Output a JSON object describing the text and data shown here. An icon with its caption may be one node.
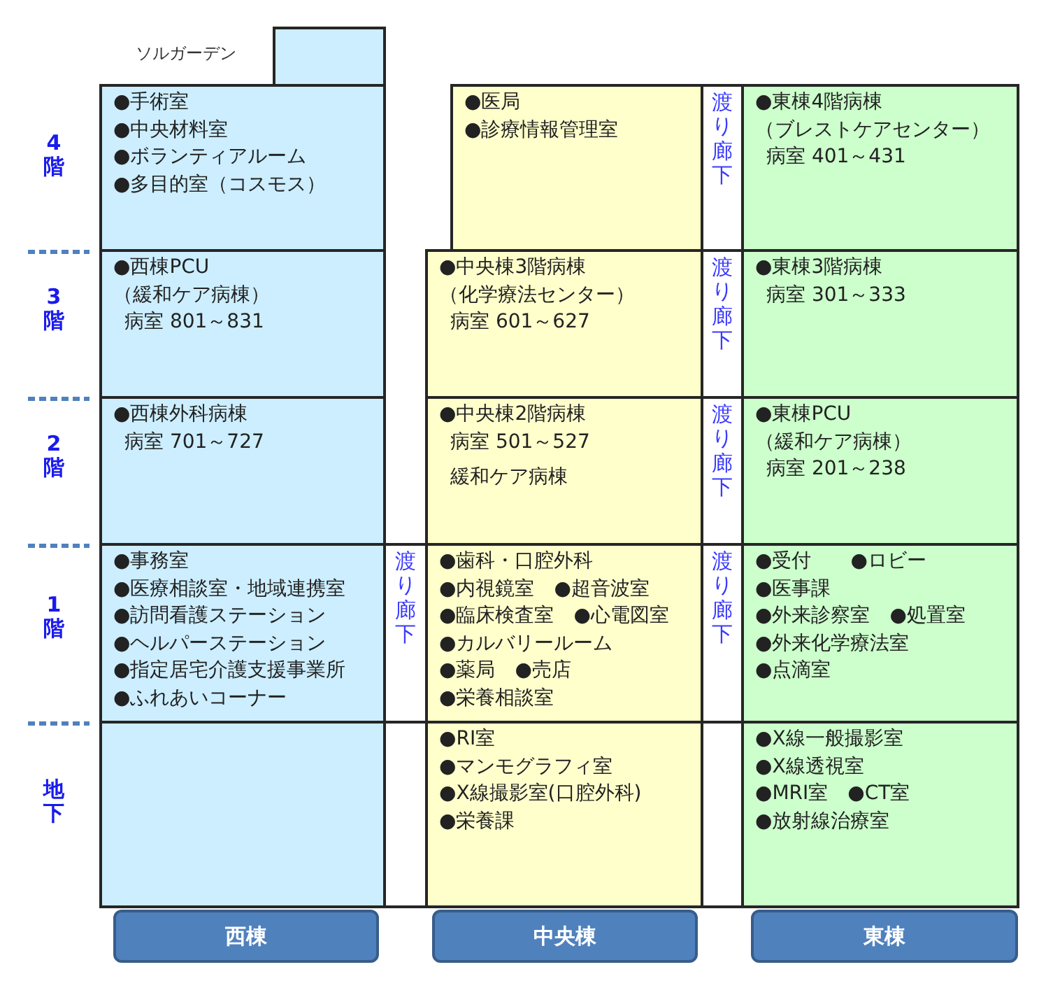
{
  "diagram": {
    "nodes": [
      {
        "text": [],
        "shape": "box",
        "beside": [
          "ソルガーデン"
        ]
      },
      {
        "text": [
          "●手術室",
          "●中央材料室",
          "●ボランティアルーム",
          "●多目的室（コスモス）"
        ]
      },
      {
        "text": [
          "●医局",
          "●診療情報管理室"
        ]
      },
      {
        "text": [
          "渡り廊下"
        ]
      },
      {
        "text": [
          "●東棟4階病棟",
          "（ブレストケアセンター）",
          "病室 401～431"
        ]
      },
      {
        "text": [
          "●西棟PCU",
          "（緩和ケア病棟）",
          "病室 801～831"
        ]
      },
      {
        "text": [
          "●中央棟3階病棟",
          "（化学療法センター）",
          "病室 601～627"
        ]
      },
      {
        "text": [
          "渡り廊下"
        ]
      },
      {
        "text": [
          "●東棟3階病棟",
          "病室 301～333"
        ]
      },
      {
        "text": [
          "●西棟外科病棟",
          "病室 701～727"
        ]
      },
      {
        "text": [
          "●中央棟2階病棟",
          "病室 501～527",
          "緩和ケア病棟"
        ]
      },
      {
        "text": [
          "渡り廊下"
        ]
      },
      {
        "text": [
          "●東棟PCU",
          "（緩和ケア病棟）",
          "病室 201～238"
        ]
      },
      {
        "text": [
          "●事務室",
          "●医療相談室・地域連携室",
          "●訪問看護ステーション",
          "●ヘルパーステーション",
          "●指定居宅介護支援事業所",
          "●ふれあいコーナー"
        ]
      },
      {
        "text": [
          "渡り廊下"
        ]
      },
      {
        "text": [
          "●歯科・口腔外科",
          "●内視鏡室　●超音波室",
          "●臨床検査室　●心電図室",
          "●カルバリールーム",
          "●薬局　●売店",
          "●栄養相談室"
        ]
      },
      {
        "text": [
          "渡り廊下"
        ]
      },
      {
        "text": [
          "●受付　　●ロビー",
          "●医事課",
          "●外来診察室　●処置室",
          "●外来化学療法室",
          "●点滴室"
        ]
      },
      {
        "text": [],
        "shape": "box"
      },
      {
        "text": [
          "●RI室",
          "●マンモグラフィ室",
          "●X線撮影室(口腔外科)",
          "●栄養課"
        ]
      },
      {
        "text": [
          "●X線一般撮影室",
          "●X線透視室",
          "●MRI室　●CT室",
          "●放射線治療室"
        ]
      },
      {
        "text": [
          "西棟"
        ]
      },
      {
        "text": [
          "中央棟"
        ]
      },
      {
        "text": [
          "東棟"
        ]
      }
    ],
    "labels": [
      "4階",
      "3階",
      "2階",
      "1階",
      "地下"
    ]
  }
}
